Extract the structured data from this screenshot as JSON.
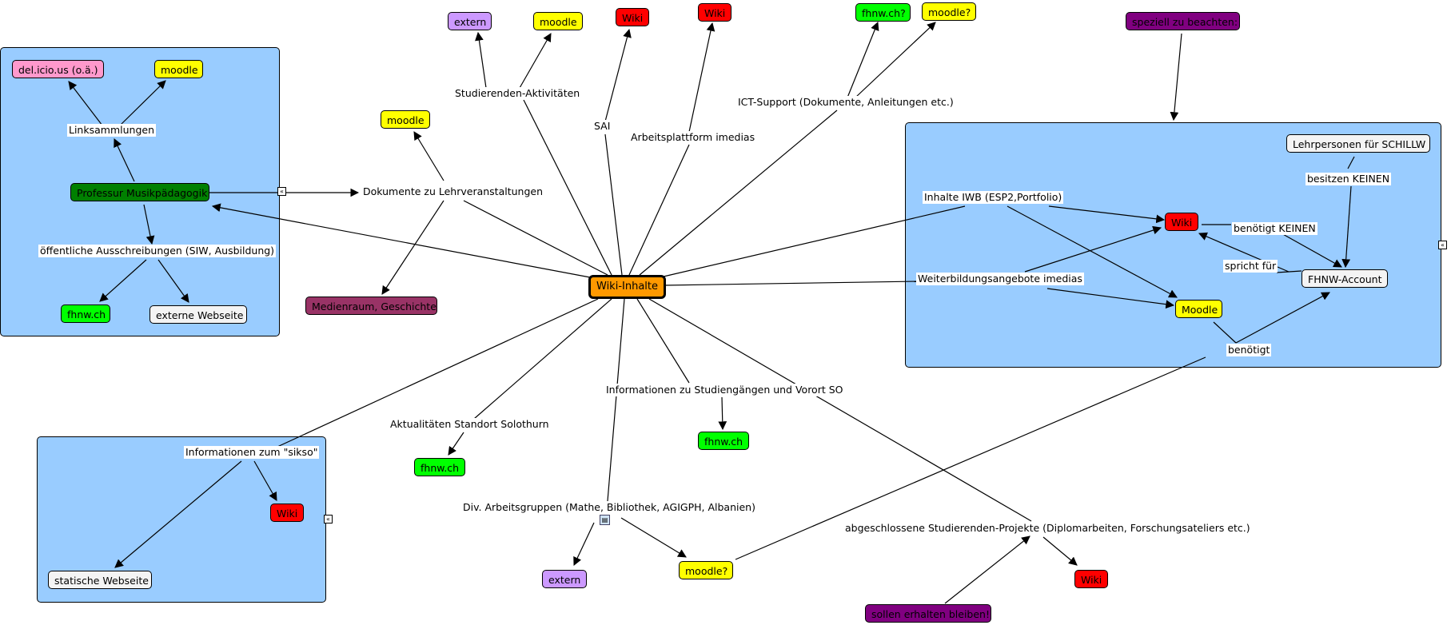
{
  "colors": {
    "panel": "#99ccff",
    "wiki": "#ff0000",
    "moodle": "#ffff00",
    "fhnw": "#00ff00",
    "extern": "#cc99ff",
    "special": "#800080",
    "center": "#ff9900",
    "delicious": "#ff99cc",
    "professor": "#008000",
    "medienraum": "#993366",
    "plain": "#f4f4f4"
  },
  "center": {
    "label": "Wiki-Inhalte"
  },
  "top": {
    "studierenden": "Studierenden-Aktivitäten",
    "extern": "extern",
    "moodle": "moodle",
    "sai": "SAI",
    "sai_wiki": "Wiki",
    "imedias": "Arbeitsplattform imedias",
    "imedias_wiki": "Wiki",
    "ict": "ICT-Support (Dokumente, Anleitungen etc.)",
    "ict_fhnw": "fhnw.ch?",
    "ict_moodle": "moodle?",
    "speziell": "speziell zu beachten:"
  },
  "left_panel": {
    "professor": "Professur Musikpädagogik",
    "linksammlungen": "Linksammlungen",
    "delicious": "del.icio.us (o.ä.)",
    "moodle": "moodle",
    "ausschreibungen": "öffentliche Ausschreibungen (SIW, Ausbildung)",
    "fhnw": "fhnw.ch",
    "extern_web": "externe Webseite"
  },
  "middle": {
    "dokumente": "Dokumente zu Lehrveranstaltungen",
    "dok_moodle": "moodle",
    "medienraum": "Medienraum, Geschichte"
  },
  "right_panel": {
    "inhalte_iwb": "Inhalte IWB (ESP2,Portfolio)",
    "weiterbildung": "Weiterbildungsangebote imedias",
    "wiki": "Wiki",
    "moodle": "Moodle",
    "lehrpersonen": "Lehrpersonen für SCHILLW",
    "besitzen": "besitzen KEINEN",
    "benoetigt_keinen": "benötigt KEINEN",
    "spricht": "spricht für",
    "account": "FHNW-Account",
    "benoetigt": "benötigt"
  },
  "bottom": {
    "sikso": "Informationen zum \"sikso\"",
    "sikso_wiki": "Wiki",
    "statisch": "statische Webseite",
    "aktualitaeten": "Aktualitäten Standort Solothurn",
    "akt_fhnw": "fhnw.ch",
    "informationen": "Informationen zu Studiengängen und Vorort SO",
    "info_fhnw": "fhnw.ch",
    "arbeitsgruppen": "Div. Arbeitsgruppen (Mathe, Bibliothek, AGIGPH, Albanien)",
    "ag_extern": "extern",
    "ag_moodle": "moodle?",
    "projekte": "abgeschlossene Studierenden-Projekte (Diplomarbeiten, Forschungsateliers etc.)",
    "projekte_wiki": "Wiki",
    "erhalten": "sollen erhalten bleiben!"
  },
  "icons": {
    "collapse": "collapse-icon",
    "document": "document-icon"
  }
}
